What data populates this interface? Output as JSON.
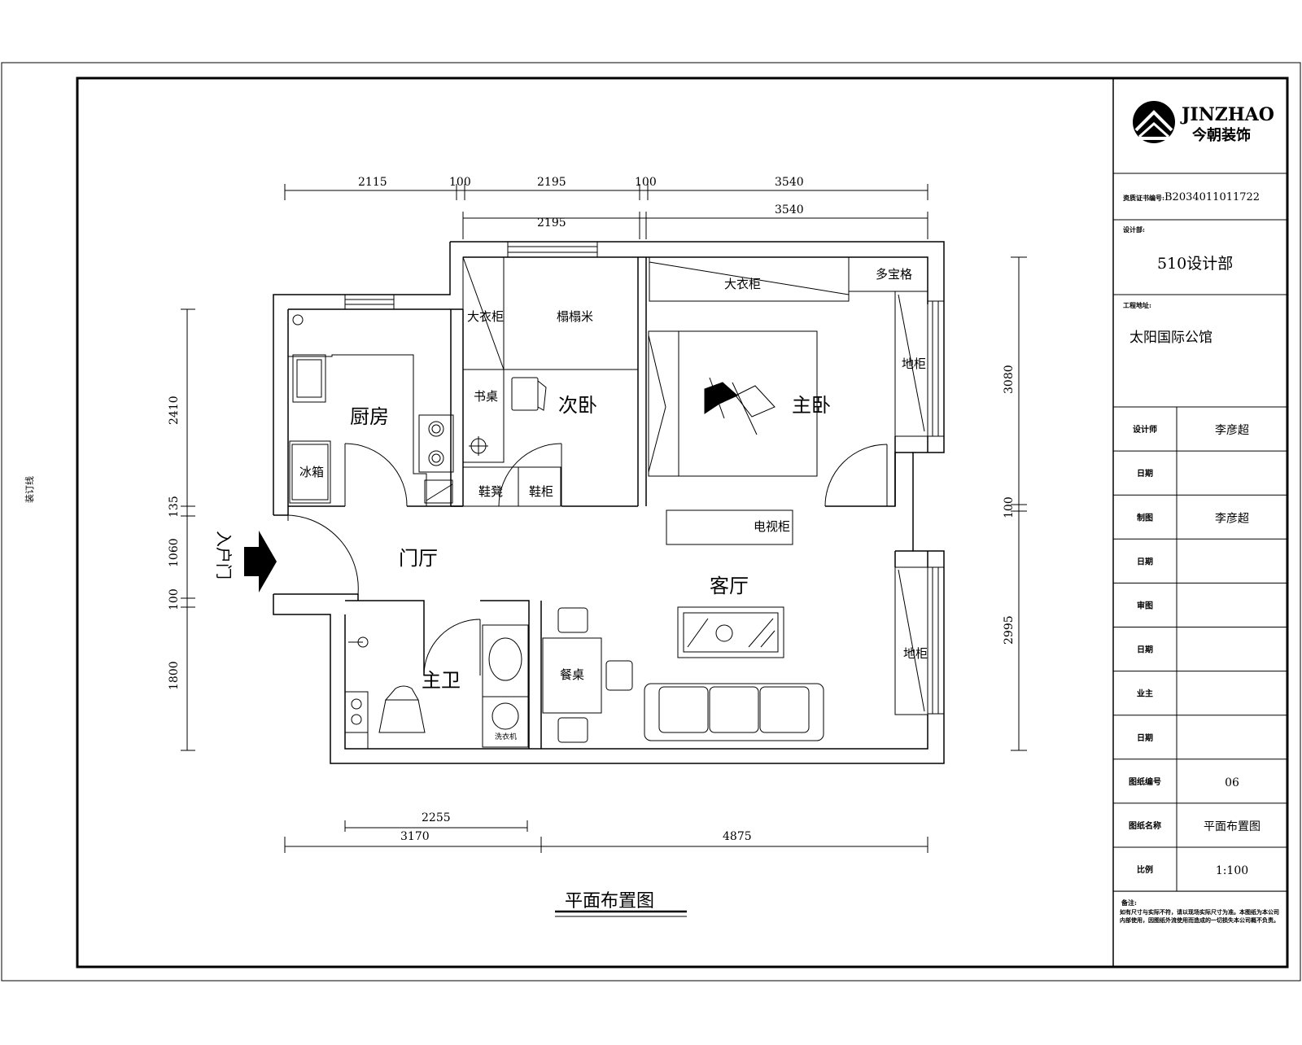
{
  "binding_line_label": "装订线",
  "title_block": {
    "logo_en": "JINZHAO",
    "logo_cn": "今朝装饰",
    "cert_label": "资质证书编号:",
    "cert_value": "B2034011011722",
    "dept_label": "设计部:",
    "dept_value": "510设计部",
    "address_label": "工程地址:",
    "address_value": "太阳国际公馆",
    "rows": [
      {
        "label": "设计师",
        "value": "李彦超"
      },
      {
        "label": "日期",
        "value": ""
      },
      {
        "label": "制图",
        "value": "李彦超"
      },
      {
        "label": "日期",
        "value": ""
      },
      {
        "label": "审图",
        "value": ""
      },
      {
        "label": "日期",
        "value": ""
      },
      {
        "label": "业主",
        "value": ""
      },
      {
        "label": "日期",
        "value": ""
      },
      {
        "label": "图纸编号",
        "value": "06"
      },
      {
        "label": "图纸名称",
        "value": "平面布置图"
      },
      {
        "label": "比例",
        "value": "1:100"
      }
    ],
    "notes_label": "备注:",
    "notes_text": "如有尺寸与实际不符，请以现场实际尺寸为准。本图纸为本公司内部使用，因图纸外流使用而造成的一切损失本公司概不负责。"
  },
  "dimensions": {
    "top_row1": [
      "2115",
      "100",
      "2195",
      "100",
      "3540"
    ],
    "top_row2": [
      "2195",
      "3540"
    ],
    "left": [
      "2410",
      "135",
      "1060",
      "100",
      "1800"
    ],
    "right": [
      "3080",
      "100",
      "2995"
    ],
    "bottom_row1": [
      "2255"
    ],
    "bottom_row2": [
      "3170",
      "4875"
    ]
  },
  "rooms": {
    "kitchen": "厨房",
    "second_bedroom": "次卧",
    "master_bedroom": "主卧",
    "foyer": "门厅",
    "living_room": "客厅",
    "master_bath": "主卫",
    "entrance": "入户门"
  },
  "furniture": {
    "big_wardrobe_1": "大衣柜",
    "tatami": "榻榻米",
    "big_wardrobe_2": "大衣柜",
    "display_shelf": "多宝格",
    "floor_cabinet_1": "地柜",
    "floor_cabinet_2": "地柜",
    "desk": "书桌",
    "fridge": "冰箱",
    "shoe_bench": "鞋凳",
    "shoe_cabinet": "鞋柜",
    "tv_cabinet": "电视柜",
    "dining_table": "餐桌",
    "washer": "洗衣机"
  },
  "drawing_title": "平面布置图"
}
